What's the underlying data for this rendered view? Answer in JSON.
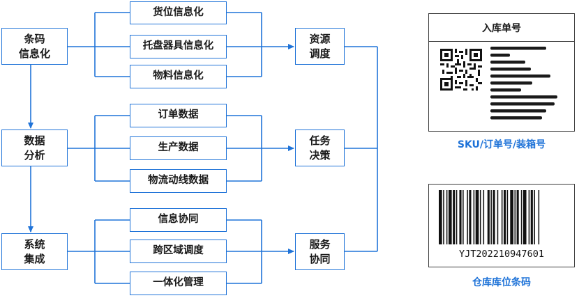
{
  "flow": {
    "left": [
      "条码\n信息化",
      "数据\n分析",
      "系统\n集成"
    ],
    "groups": [
      [
        "货位信息化",
        "托盘器具信息化",
        "物料信息化"
      ],
      [
        "订单数据",
        "生产数据",
        "物流动线数据"
      ],
      [
        "信息协同",
        "跨区域调度",
        "一体化管理"
      ]
    ],
    "right": [
      "资源\n调度",
      "任务\n决策",
      "服务\n协同"
    ],
    "line_color": "#1f73d8"
  },
  "label_card": {
    "title": "入库单号",
    "caption": "SKU/订单号/装箱号"
  },
  "barcode_card": {
    "number": "YJT202210947601",
    "caption": "仓库库位条码"
  }
}
